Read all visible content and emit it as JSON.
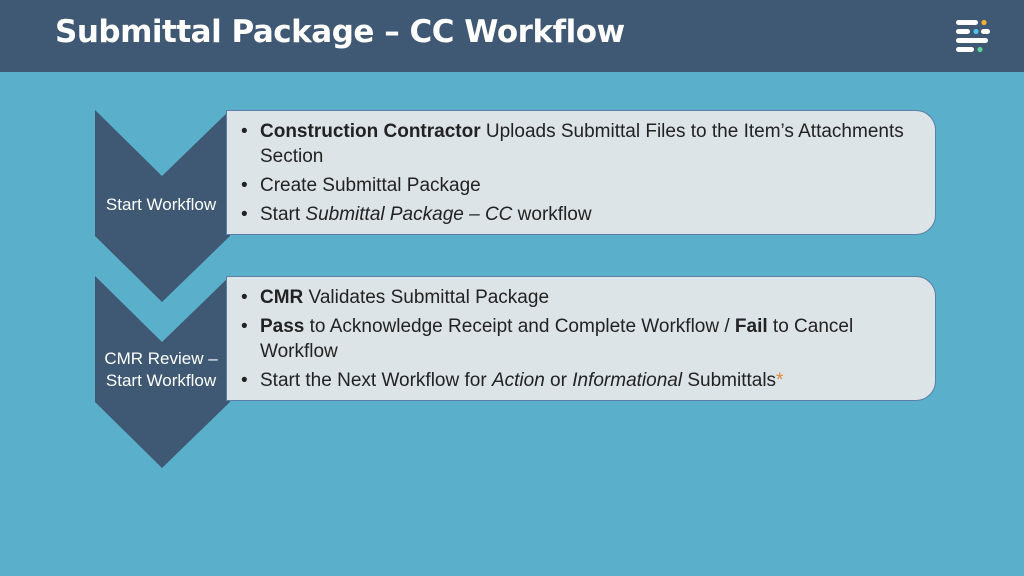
{
  "header": {
    "title": "Submittal Package – CC Workflow",
    "logo": "brand-logo-icon"
  },
  "colors": {
    "background": "#5aafca",
    "header": "#3f5873",
    "chevron": "#3f5873",
    "panel": "#dde4e8",
    "panel_border": "#5b7fa6",
    "asterisk": "#e08a3c"
  },
  "steps": [
    {
      "label": "Start Workflow",
      "bullets": [
        {
          "b1": "Construction Contractor",
          "t1": " Uploads Submittal Files to the Item’s Attachments Section"
        },
        {
          "t1": "Create Submittal Package"
        },
        {
          "t1": "Start ",
          "i1": "Submittal Package – CC",
          "t2": " workflow"
        }
      ]
    },
    {
      "label": "CMR Review –\nStart Workflow",
      "bullets": [
        {
          "b1": "CMR",
          "t1": " Validates Submittal Package"
        },
        {
          "b1": "Pass",
          "t1": " to Acknowledge Receipt and Complete Workflow / ",
          "b2": "Fail",
          "t2": " to Cancel Workflow"
        },
        {
          "t1": "Start the Next Workflow for ",
          "i1": "Action",
          "t2": " or ",
          "i2": "Informational",
          "t3": " Submittals",
          "ast": "*"
        }
      ]
    }
  ]
}
